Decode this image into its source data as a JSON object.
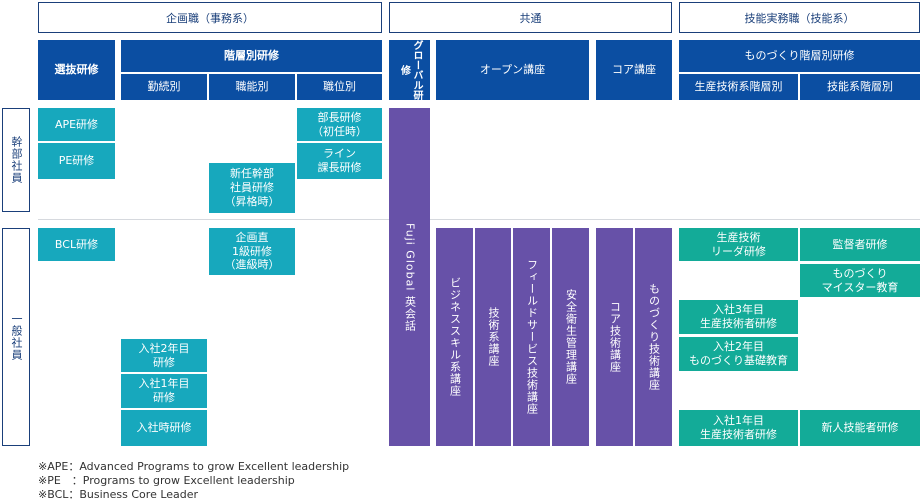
{
  "top_headers": {
    "planning": "企画職（事務系）",
    "common": "共通",
    "technical": "技能実務職（技能系）"
  },
  "row_labels": {
    "executive": "幹部社員",
    "general": "一般社員"
  },
  "column_headers": {
    "selection": "選抜研修",
    "tiered": "階層別研修",
    "tenure": "勤続別",
    "function": "職能別",
    "position": "職位別",
    "global": "グローバル研修",
    "open": "オープン講座",
    "core": "コア講座",
    "monozukuri": "ものづくり階層別研修",
    "prod_tech_tier": "生産技術系階層別",
    "skill_tier": "技能系階層別"
  },
  "programs": {
    "ape": "APE研修",
    "pe": "PE研修",
    "bcl": "BCL研修",
    "dept_head": "部長研修\n（初任時）",
    "line_manager": "ライン\n課長研修",
    "new_exec": "新任幹部\n社員研修\n（昇格時）",
    "planning_direct": "企画直\n1級研修\n（進級時）",
    "year2": "入社2年目\n研修",
    "year1": "入社1年目\n研修",
    "onboarding": "入社時研修",
    "fuji_global": "Fuji Global 英会話",
    "business_skill": "ビジネススキル系講座",
    "tech_course": "技術系講座",
    "field_service": "フィールドサービス技術講座",
    "safety": "安全衛生管理講座",
    "core_tech": "コア技術講座",
    "monozukuri_tech": "ものづくり技術講座",
    "prod_leader": "生産技術\nリーダ研修",
    "supervisor": "監督者研修",
    "master": "ものづくり\nマイスター教育",
    "y3_prod": "入社3年目\n生産技術者研修",
    "y2_mono": "入社2年目\nものづくり基礎教育",
    "y1_prod": "入社1年目\n生産技術者研修",
    "new_skill": "新人技能者研修"
  },
  "notes": [
    "※APE：Advanced Programs to grow Excellent leadership",
    "※PE　：Programs to grow Excellent leadership",
    "※BCL：Business Core Leader"
  ]
}
